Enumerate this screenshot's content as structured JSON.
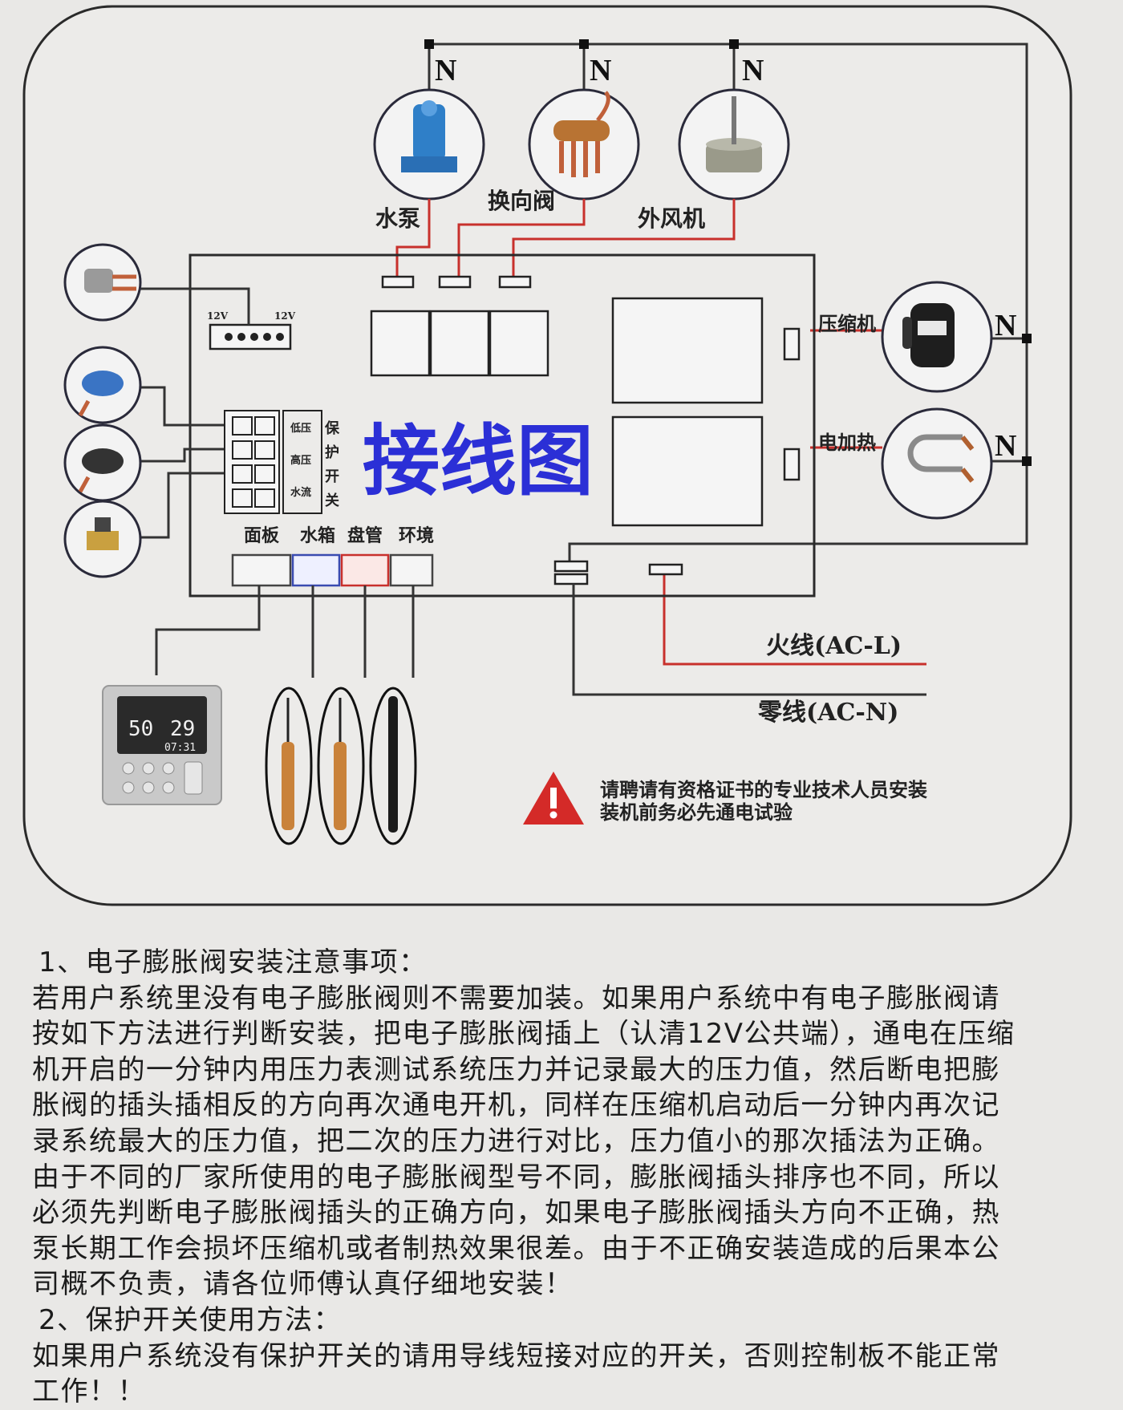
{
  "diagram": {
    "title": "接线图",
    "neutral": "N",
    "top_devices": [
      "水泵",
      "换向阀",
      "外风机"
    ],
    "right_devices": [
      "压缩机",
      "电加热"
    ],
    "board_labels": {
      "v12_left": "12V",
      "v12_right": "12V"
    },
    "protect_switch": [
      "保",
      "护",
      "开",
      "关"
    ],
    "protect_sub": [
      "低压",
      "高压",
      "水流"
    ],
    "sensor_labels": [
      "面板",
      "水箱",
      "盘管",
      "环境"
    ],
    "live_wire": "火线(AC-L)",
    "neutral_wire": "零线(AC-N)",
    "panel_display": {
      "left": "50",
      "right": "29",
      "clock": "07:31"
    },
    "warning": [
      "请聘请有资格证书的专业技术人员安装",
      "装机前务必先通电试验"
    ],
    "colors": {
      "red_wire": "#c8302c",
      "title_blue": "#2b2fd6",
      "warning_red": "#d42a28",
      "line": "#333333"
    }
  },
  "notes": [
    "1、电子膨胀阀安装注意事项：",
    "若用户系统里没有电子膨胀阀则不需要加装。如果用户系统中有电子膨胀阀请",
    "按如下方法进行判断安装，把电子膨胀阀插上（认清12V公共端），通电在压缩",
    "机开启的一分钟内用压力表测试系统压力并记录最大的压力值，然后断电把膨",
    "胀阀的插头插相反的方向再次通电开机，同样在压缩机启动后一分钟内再次记",
    "录系统最大的压力值，把二次的压力进行对比，压力值小的那次插法为正确。",
    "由于不同的厂家所使用的电子膨胀阀型号不同，膨胀阀插头排序也不同，所以",
    "必须先判断电子膨胀阀插头的正确方向，如果电子膨胀阀插头方向不正确，热",
    "泵长期工作会损坏压缩机或者制热效果很差。由于不正确安装造成的后果本公",
    "司概不负责，请各位师傅认真仔细地安装！",
    "2、保护开关使用方法：",
    "如果用户系统没有保护开关的请用导线短接对应的开关，否则控制板不能正常",
    "工作！！"
  ]
}
